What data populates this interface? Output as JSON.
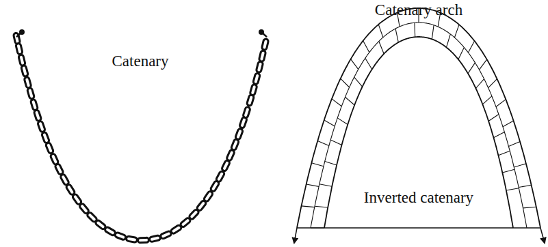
{
  "diagram": {
    "labels": [
      "Catenary",
      "Catenary arch",
      "Inverted catenary"
    ]
  }
}
